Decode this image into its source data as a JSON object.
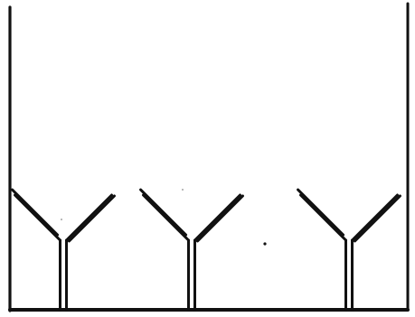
{
  "diagram": {
    "line_color": "#111111",
    "background_color": "#ffffff",
    "antibody_count": 3,
    "walls": [
      "left",
      "right",
      "bottom"
    ]
  }
}
